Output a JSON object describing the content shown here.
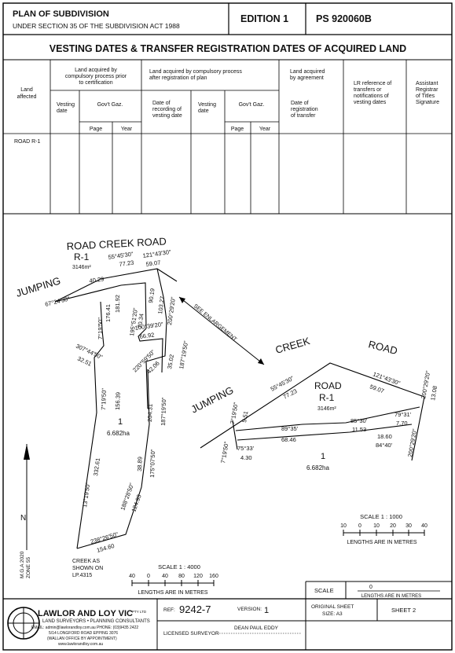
{
  "header": {
    "title": "PLAN OF SUBDIVISION",
    "subtitle": "UNDER SECTION 35 OF THE SUBDIVISION ACT 1988",
    "edition": "EDITION 1",
    "plan_number": "PS 920060B"
  },
  "table": {
    "heading": "VESTING DATES & TRANSFER REGISTRATION DATES OF ACQUIRED LAND",
    "col_land_affected": [
      "Land",
      "affected"
    ],
    "group_compulsory_prior": [
      "Land acquired by",
      "compulsory process prior",
      "to certification"
    ],
    "group_compulsory_after": [
      "Land acquired by compulsory process",
      "after registration of plan"
    ],
    "group_agreement": [
      "Land acquired",
      "by agreement"
    ],
    "col_lr_reference": [
      "LR reference of",
      "transfers or",
      "notifications of",
      "vesting dates"
    ],
    "col_assistant_registrar": [
      "Assistant",
      "Registrar",
      "of Titles",
      "Signature"
    ],
    "col_vesting_date": [
      "Vesting",
      "date"
    ],
    "col_govt_gaz": "Gov't Gaz.",
    "col_page": "Page",
    "col_year": "Year",
    "col_date_recording": [
      "Date of",
      "recording of",
      "vesting date"
    ],
    "col_date_registration": [
      "Date of",
      "registration",
      "of transfer"
    ],
    "row_land": "ROAD R-1"
  },
  "main_plan": {
    "label_road_creek": "ROAD      CREEK      ROAD",
    "label_jumping": "JUMPING",
    "label_lot": "R-1",
    "label_area": "3146m²",
    "label_lot1": "1",
    "label_lot1_area": "6.682ha",
    "see_enlargement": "SEE ENLARGEMENT",
    "creek_note": [
      "CREEK AS",
      "SHOWN ON",
      "LP.4315"
    ],
    "mga_note": [
      "M.G.A 2020",
      "ZONE 55"
    ],
    "dims": {
      "b1": "55°45'30\"",
      "d1": "77.23",
      "b2": "121°43'30\"",
      "d2": "59.07",
      "d3": "40.29",
      "b4": "67°24'30\"",
      "d5": "181.92",
      "d6": "176.41",
      "b6": "7°19'50\"",
      "b7": "195°51'20\"",
      "d7": "70.34",
      "d8": "90.19",
      "d9": "103.27",
      "b9": "200°29'20\"",
      "b10": "100°39'20\"",
      "d10": "66.92",
      "b11": "307°44'50\"",
      "d11": "32.51",
      "b12": "220°59'50\"",
      "d12": "42.06",
      "d13": "35.02",
      "b13": "187°19'50\"",
      "b14": "7°19'50\"",
      "d14": "156.39",
      "d15": "204.31",
      "b15": "187°19'50\"",
      "b16": "13°19'50\"",
      "d16": "332.61",
      "b17": "175°07'50\"",
      "d17": "38.89",
      "b18": "188°28'50\"",
      "d18": "124.93",
      "b19": "238°26'50\"",
      "d19": "154.60"
    }
  },
  "enlargement": {
    "label_creek": "CREEK",
    "label_road": "ROAD",
    "label_jumping": "JUMPING",
    "label_lot": "ROAD",
    "label_lot2": "R-1",
    "label_area": "3146m²",
    "label_lot1": "1",
    "label_lot1_area": "6.682ha",
    "dims": {
      "b1": "55°45'30\"",
      "d1": "77.23",
      "b2": "121°43'30\"",
      "d2": "59.07",
      "b3": "200°29'20\"",
      "d3": "13.08",
      "b4": "7°19'50\"",
      "d4": "5.51",
      "b5": "89°35'",
      "d5": "68.46",
      "b6": "85°30'",
      "d6": "11.53",
      "b7": "79°31'",
      "d7": "7.70",
      "d8": "18.60",
      "b8": "84°40'",
      "b9": "200°29'20\"",
      "b10": "75°33'",
      "d10": "4.30",
      "b11": "7°19'50\""
    }
  },
  "scale_small": {
    "title": "SCALE 1 : 1000",
    "ticks": [
      "10",
      "0",
      "10",
      "20",
      "30",
      "40"
    ],
    "caption": "LENGTHS ARE IN METRES"
  },
  "scale_main": {
    "title": "SCALE 1 : 4000",
    "ticks": [
      "40",
      "0",
      "40",
      "80",
      "120",
      "160"
    ],
    "caption": "LENGTHS ARE IN METRES"
  },
  "footer": {
    "scale_label": "SCALE",
    "scale_zero": "0",
    "scale_caption": "LENGTHS ARE IN METRES",
    "company": "LAWLOR AND LOY VIC",
    "company_suffix": "PTY LTD",
    "company_sub": "LAND SURVEYORS • PLANNING CONSULTANTS",
    "contact1": "EMAIL: admin@lawlorandloy.com.au  PHONE: (03)9435 2422",
    "contact2": "5/14 LONGFORD ROAD EPPING 3076",
    "contact3": "(WALLAN OFFICE BY APPOINTMENT)",
    "contact4": "www.lawlorandloy.com.au",
    "ref_label": "REF:",
    "ref_value": "9242-7",
    "version_label": "VERSION:",
    "version_value": "1",
    "original_sheet": "ORIGINAL SHEET",
    "size_label": "SIZE: A3",
    "sheet": "SHEET 2",
    "surveyor_label": "LICENSED SURVEYOR",
    "surveyor_name": "DEAN PAUL EDDY"
  }
}
